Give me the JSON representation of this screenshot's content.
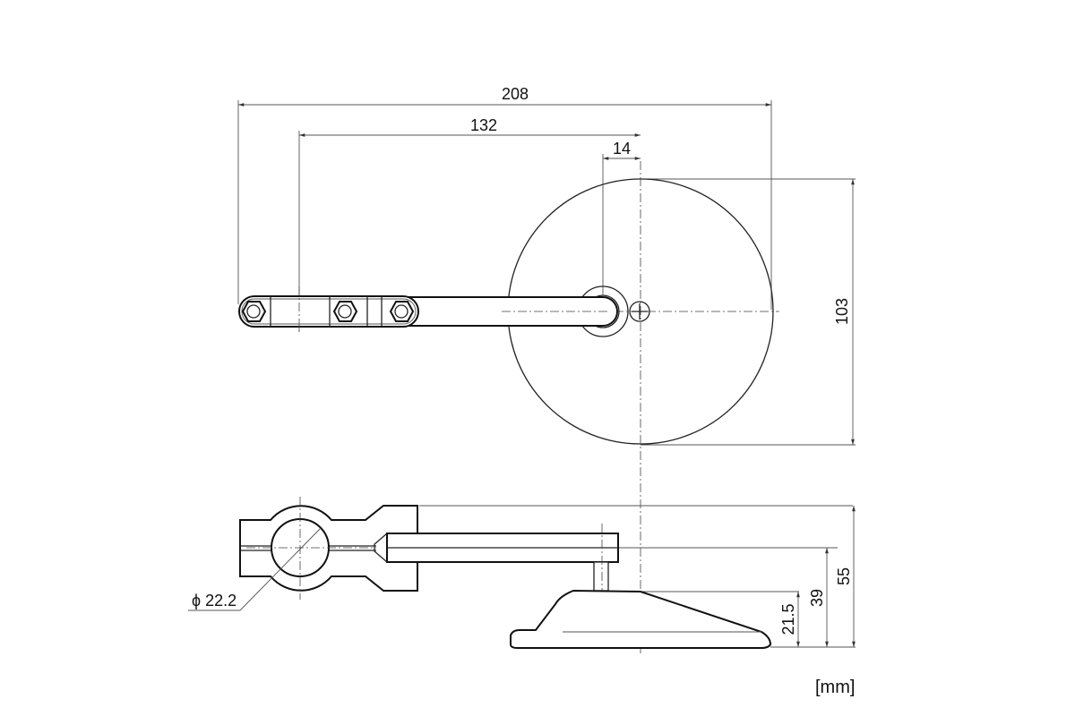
{
  "drawing": {
    "units_label": "[mm]",
    "top_view": {
      "dimensions": {
        "overall_width": "208",
        "clamp_to_center": "132",
        "pivot_offset": "14",
        "mirror_diameter": "103"
      }
    },
    "side_view": {
      "dimensions": {
        "bar_diameter": "ϕ 22.2",
        "overall_height": "55",
        "arm_height": "39",
        "mirror_height": "21.5"
      }
    }
  }
}
